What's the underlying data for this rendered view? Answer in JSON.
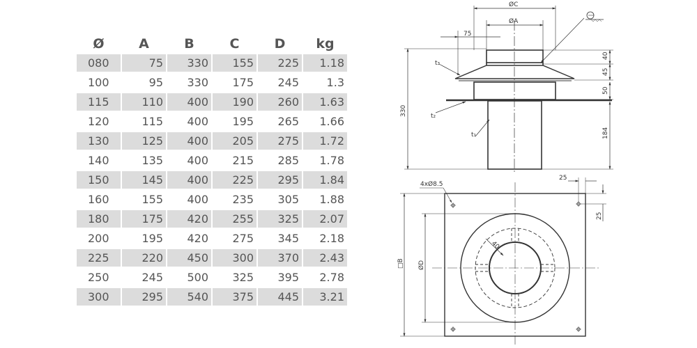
{
  "table": {
    "headers": [
      "Ø",
      "A",
      "B",
      "C",
      "D",
      "kg"
    ],
    "rows": [
      [
        "080",
        "75",
        "330",
        "155",
        "225",
        "1.18"
      ],
      [
        "100",
        "95",
        "330",
        "175",
        "245",
        "1.3"
      ],
      [
        "115",
        "110",
        "400",
        "190",
        "260",
        "1.63"
      ],
      [
        "120",
        "115",
        "400",
        "195",
        "265",
        "1.66"
      ],
      [
        "130",
        "125",
        "400",
        "205",
        "275",
        "1.72"
      ],
      [
        "140",
        "135",
        "400",
        "215",
        "285",
        "1.78"
      ],
      [
        "150",
        "145",
        "400",
        "225",
        "295",
        "1.84"
      ],
      [
        "160",
        "155",
        "400",
        "235",
        "305",
        "1.88"
      ],
      [
        "180",
        "175",
        "420",
        "255",
        "325",
        "2.07"
      ],
      [
        "200",
        "195",
        "420",
        "275",
        "345",
        "2.18"
      ],
      [
        "225",
        "220",
        "450",
        "300",
        "370",
        "2.43"
      ],
      [
        "250",
        "245",
        "500",
        "325",
        "395",
        "2.78"
      ],
      [
        "300",
        "295",
        "540",
        "375",
        "445",
        "3.21"
      ]
    ]
  },
  "drawing": {
    "side_view": {
      "dim_c": "ØC",
      "dim_a": "ØA",
      "dim_75": "75",
      "dim_330": "330",
      "dim_40": "40",
      "dim_45": "45",
      "dim_50": "50",
      "dim_184": "184",
      "label_t1": "t₁",
      "label_t2": "t₂",
      "label_t3": "t₃"
    },
    "top_view": {
      "holes_label": "4xØ8.5",
      "dim_25_top": "25",
      "dim_25_side": "25",
      "dim_40": "40",
      "dim_b": "□B",
      "dim_d": "ØD"
    }
  }
}
